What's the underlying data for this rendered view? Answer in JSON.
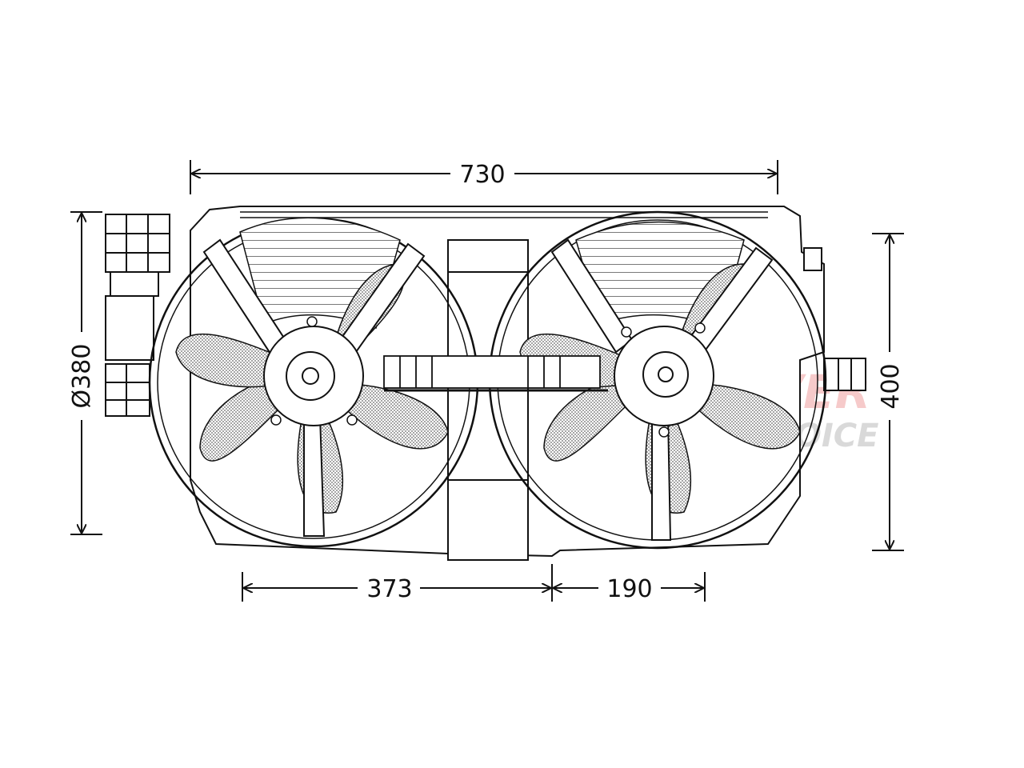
{
  "dimensions": {
    "overall_width": "730",
    "fan_diameter": "Ø380",
    "overall_height": "400",
    "left_fan_center": "373",
    "fan_spacing": "190"
  },
  "watermark": {
    "brand_line1": "CLEVER",
    "brand_line2": "CHOICE"
  },
  "colors": {
    "line": "#111111",
    "fill_shade": "#bdbdbd",
    "watermark_red": "#e04040",
    "watermark_blue": "#2f6fc8",
    "watermark_gray": "#8c8c8c"
  }
}
